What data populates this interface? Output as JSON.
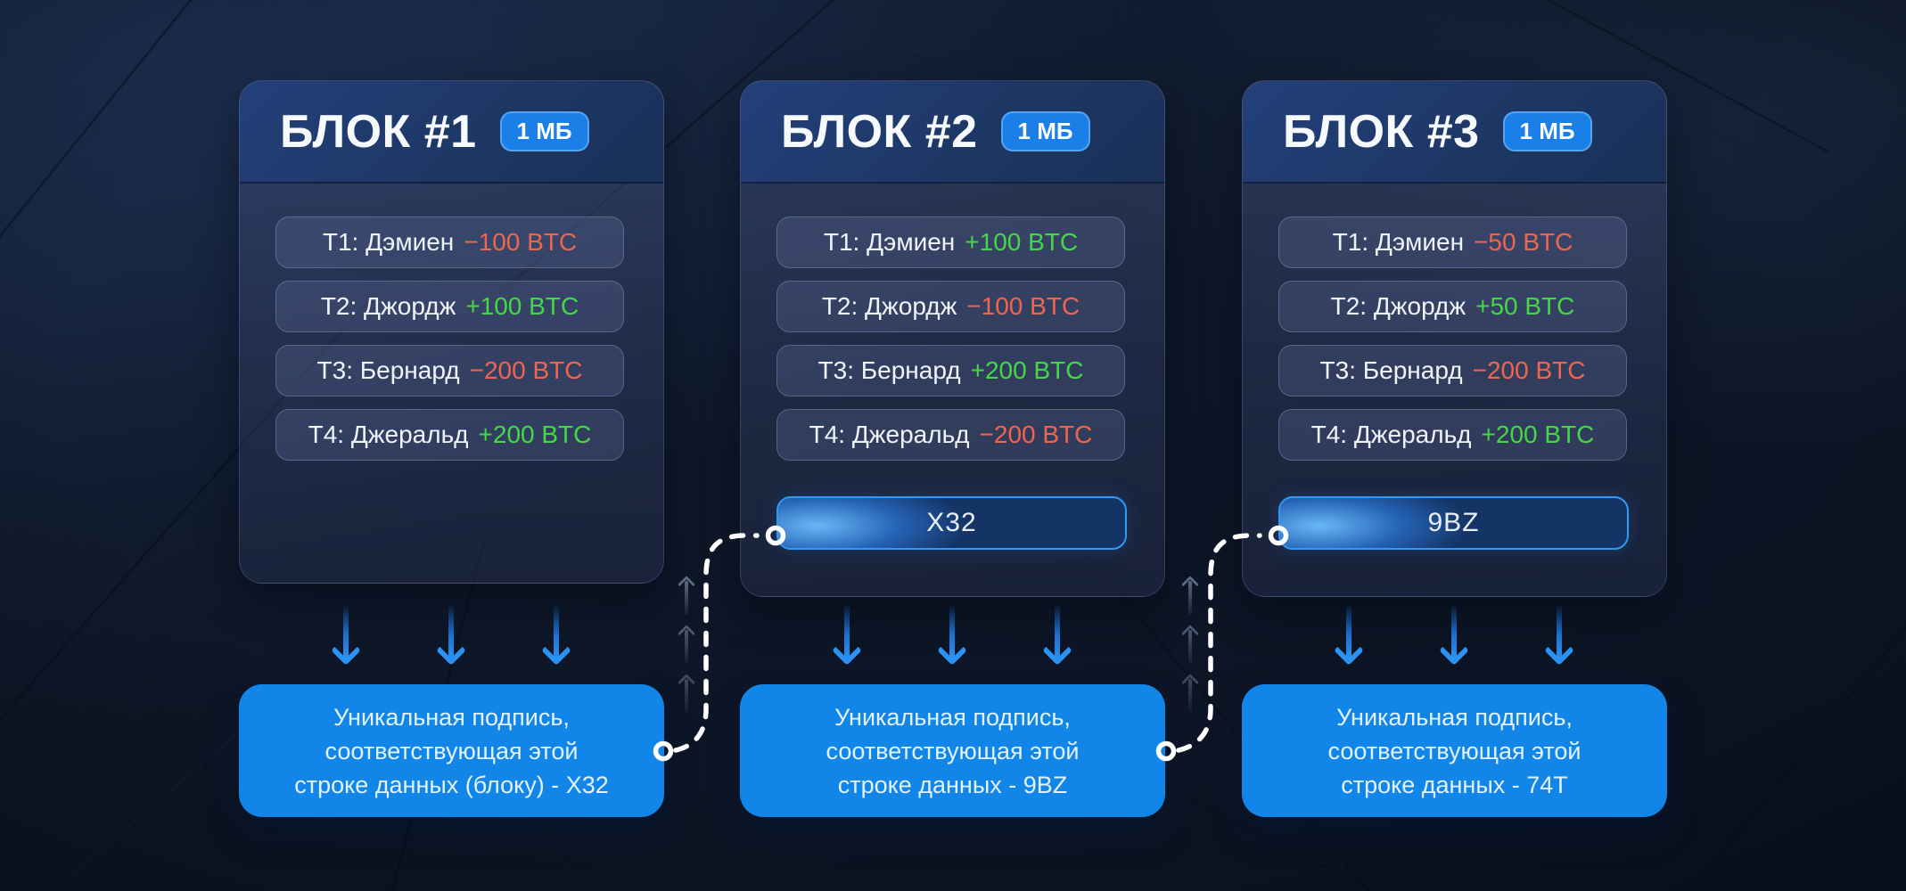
{
  "colors": {
    "bg": "#0e1728",
    "red": "#f0654e",
    "green": "#45d845",
    "badge-blue": "#1a7fe6",
    "box-blue": "#1186e8",
    "accent": "#2b92f2"
  },
  "blocks": [
    {
      "title": "БЛОК #1",
      "badge": "1 МБ",
      "transactions": [
        {
          "label": "Т1: Дэмиен",
          "amount": "−100 BTC",
          "direction": "negative"
        },
        {
          "label": "Т2: Джордж",
          "amount": "+100 BTC",
          "direction": "positive"
        },
        {
          "label": "Т3: Бернард",
          "amount": "−200 BTC",
          "direction": "negative"
        },
        {
          "label": "Т4: Джеральд",
          "amount": "+200 BTC",
          "direction": "positive"
        }
      ],
      "signature": {
        "line1": "Уникальная подпись,",
        "line2": "соответствующая этой",
        "line3": "строке данных (блоку) - X32"
      }
    },
    {
      "title": "БЛОК #2",
      "badge": "1 МБ",
      "hash": "X32",
      "transactions": [
        {
          "label": "Т1: Дэмиен",
          "amount": "+100 BTC",
          "direction": "positive"
        },
        {
          "label": "Т2: Джордж",
          "amount": "−100 BTC",
          "direction": "negative"
        },
        {
          "label": "Т3: Бернард",
          "amount": "+200 BTC",
          "direction": "positive"
        },
        {
          "label": "Т4: Джеральд",
          "amount": "−200 BTC",
          "direction": "negative"
        }
      ],
      "signature": {
        "line1": "Уникальная подпись,",
        "line2": "соответствующая этой",
        "line3": "строке данных - 9BZ"
      }
    },
    {
      "title": "БЛОК #3",
      "badge": "1 МБ",
      "hash": "9BZ",
      "transactions": [
        {
          "label": "Т1: Дэмиен",
          "amount": "−50 BTC",
          "direction": "negative"
        },
        {
          "label": "Т2: Джордж",
          "amount": "+50 BTC",
          "direction": "positive"
        },
        {
          "label": "Т3: Бернард",
          "amount": "−200 BTC",
          "direction": "negative"
        },
        {
          "label": "Т4: Джеральд",
          "amount": "+200 BTC",
          "direction": "positive"
        }
      ],
      "signature": {
        "line1": "Уникальная подпись,",
        "line2": "соответствующая этой",
        "line3": "строке данных - 74T"
      }
    }
  ]
}
